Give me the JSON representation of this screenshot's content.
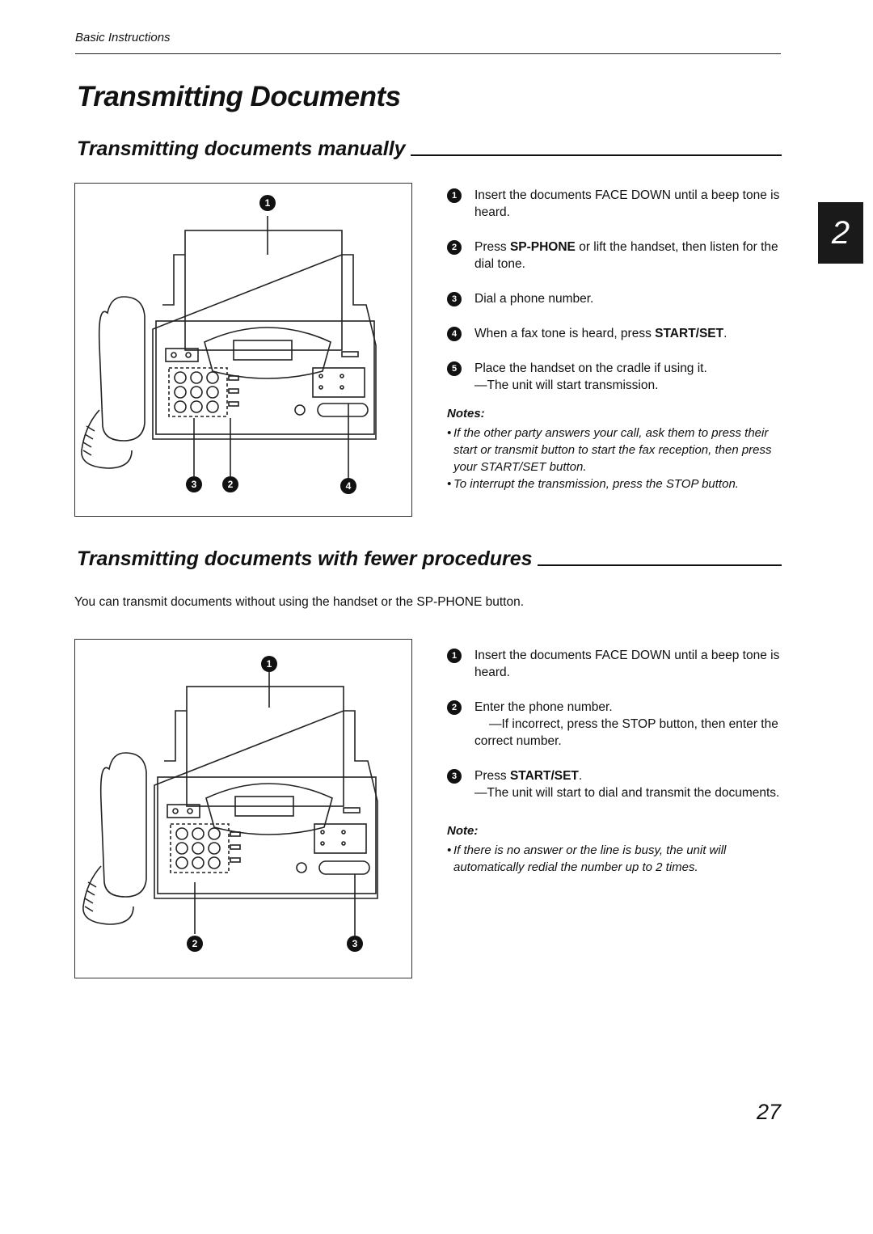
{
  "header": {
    "label": "Basic Instructions"
  },
  "title": "Transmitting Documents",
  "tab": "2",
  "section1": {
    "heading": "Transmitting documents manually",
    "steps": [
      {
        "num": "1",
        "text": "Insert the documents FACE DOWN until a beep tone is heard."
      },
      {
        "num": "2",
        "pre": "Press ",
        "bold": "SP-PHONE",
        "post": " or lift the handset, then listen for the dial tone."
      },
      {
        "num": "3",
        "text": "Dial a phone number."
      },
      {
        "num": "4",
        "pre": "When a fax tone is heard, press ",
        "bold": "START/SET",
        "post": "."
      },
      {
        "num": "5",
        "text": "Place the handset on the cradle if using it.",
        "sub": "—The unit will start transmission."
      }
    ],
    "notes_heading": "Notes:",
    "notes": [
      "If the other party answers your call, ask them to press their start or transmit button to start the fax reception, then press your START/SET button.",
      "To interrupt the transmission, press the STOP button."
    ],
    "figure_callouts": [
      "1",
      "3",
      "2",
      "4"
    ]
  },
  "section2": {
    "heading": "Transmitting documents with fewer procedures",
    "intro": "You can transmit documents without using the handset or the SP-PHONE button.",
    "steps": [
      {
        "num": "1",
        "text": "Insert the documents FACE DOWN until a beep tone is heard."
      },
      {
        "num": "2",
        "text": "Enter the phone number.",
        "sub": "—If incorrect, press the STOP button, then enter the correct number."
      },
      {
        "num": "3",
        "pre": "Press ",
        "bold": "START/SET",
        "post": ".",
        "sub": "—The unit will start to dial and transmit the documents."
      }
    ],
    "notes_heading": "Note:",
    "notes": [
      "If there is no answer or the line is busy, the unit will automatically redial the number up to 2 times."
    ],
    "figure_callouts": [
      "1",
      "2",
      "3"
    ]
  },
  "page_number": "27"
}
